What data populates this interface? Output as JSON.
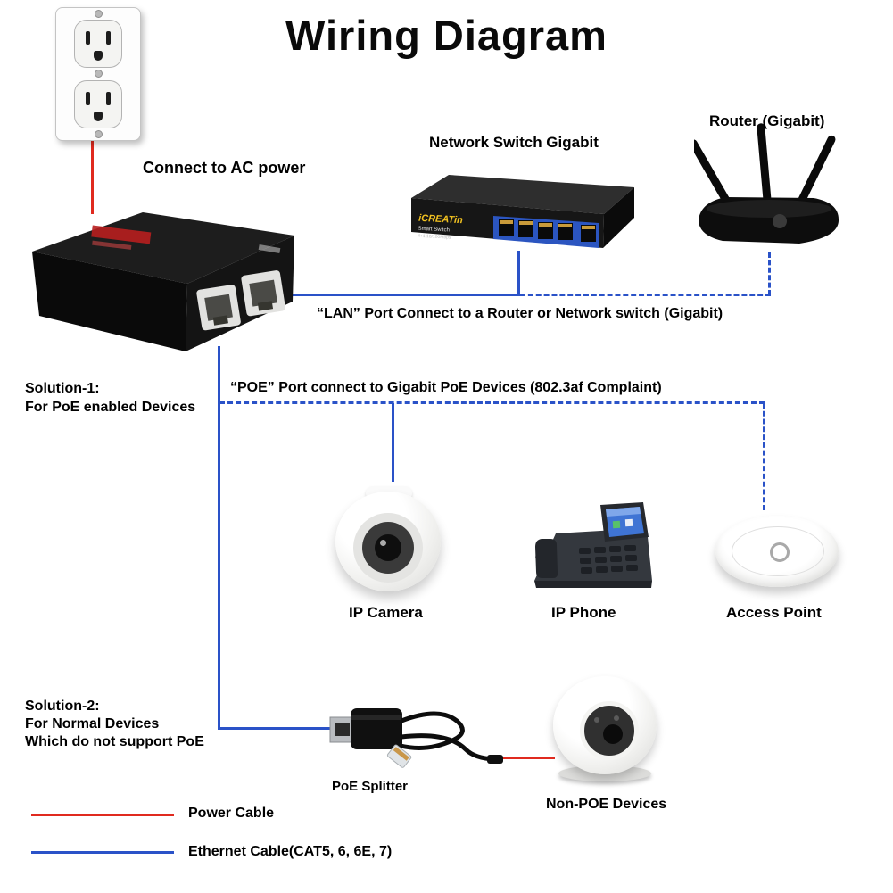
{
  "title": "Wiring Diagram",
  "colors": {
    "power_cable": "#e02a1f",
    "ethernet_cable": "#2a52c8"
  },
  "callouts": {
    "connect_ac": "Connect to AC power",
    "lan_port": "“LAN” Port Connect to a Router or Network switch (Gigabit)",
    "poe_port": "“POE” Port connect to Gigabit PoE Devices (802.3af Complaint)"
  },
  "solutions": {
    "solution1": {
      "line1": "Solution-1:",
      "line2": "For PoE enabled Devices"
    },
    "solution2": {
      "line1": "Solution-2:",
      "line2": "For Normal Devices",
      "line3": "Which do not support PoE"
    }
  },
  "devices": {
    "network_switch": {
      "label": "Network Switch Gigabit",
      "brand": "iCREATin",
      "name": "Smart Switch",
      "spec": "4+1 10/100Mbps"
    },
    "router": {
      "label": "Router (Gigabit)"
    },
    "ip_camera": {
      "label": "IP Camera"
    },
    "ip_phone": {
      "label": "IP Phone"
    },
    "access_point": {
      "label": "Access Point"
    },
    "poe_splitter": {
      "label": "PoE Splitter"
    },
    "non_poe": {
      "label": "Non-POE Devices"
    }
  },
  "legend": {
    "power_label": "Power Cable",
    "ethernet_label": "Ethernet Cable(CAT5, 6, 6E, 7)"
  }
}
